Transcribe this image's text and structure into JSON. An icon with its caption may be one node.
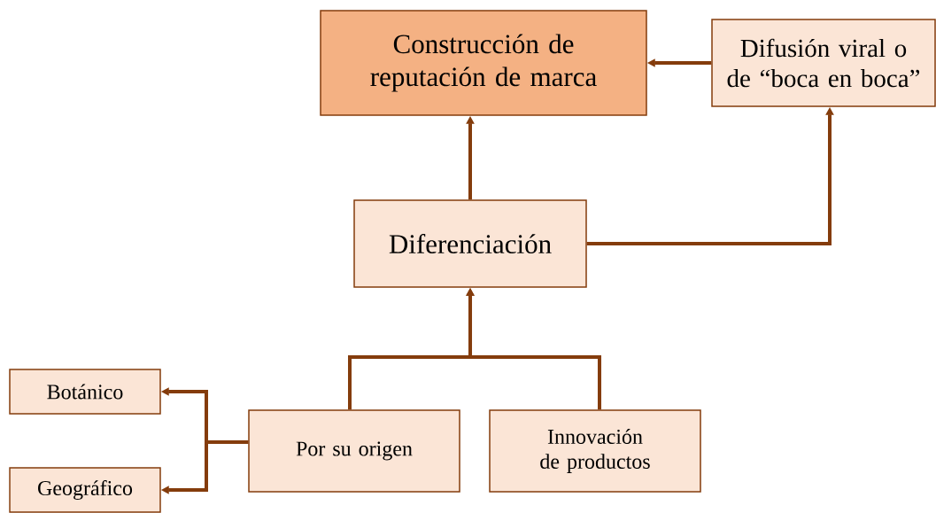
{
  "diagram": {
    "nodes": [
      {
        "text": [
          "Construcción de reputación de marca"
        ]
      },
      {
        "text": [
          "Difusión viral o de “boca en boca”"
        ]
      },
      {
        "text": [
          "Diferenciación"
        ]
      },
      {
        "text": [
          "Botánico"
        ]
      },
      {
        "text": [
          "Por su origen"
        ]
      },
      {
        "text": [
          "Innovación de productos"
        ]
      },
      {
        "text": [
          "Geográfico"
        ]
      }
    ],
    "edges": [
      {
        "from": 1,
        "to": 0,
        "arrow": "to"
      },
      {
        "from": 2,
        "to": 0,
        "arrow": "to"
      },
      {
        "from": 2,
        "to": 1,
        "arrow": "to"
      },
      {
        "from": 4,
        "to": 2,
        "arrow": "to"
      },
      {
        "from": 5,
        "to": 2,
        "arrow": "to"
      },
      {
        "from": 4,
        "to": 3,
        "arrow": "to"
      },
      {
        "from": 4,
        "to": 6,
        "arrow": "to"
      }
    ]
  }
}
